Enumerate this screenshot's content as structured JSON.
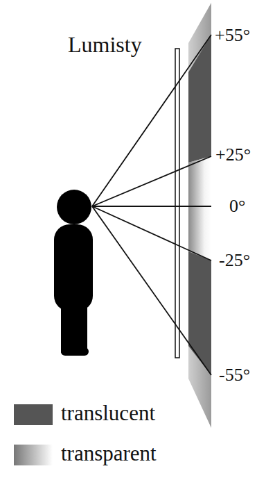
{
  "diagram": {
    "labels": [
      "Lumisty",
      "+55°",
      "+25°",
      "0°",
      "-25°",
      "-55°"
    ],
    "legend": [
      {
        "text": "translucent",
        "color": "#555555"
      },
      {
        "text": "transparent",
        "color": "#777777"
      }
    ]
  }
}
